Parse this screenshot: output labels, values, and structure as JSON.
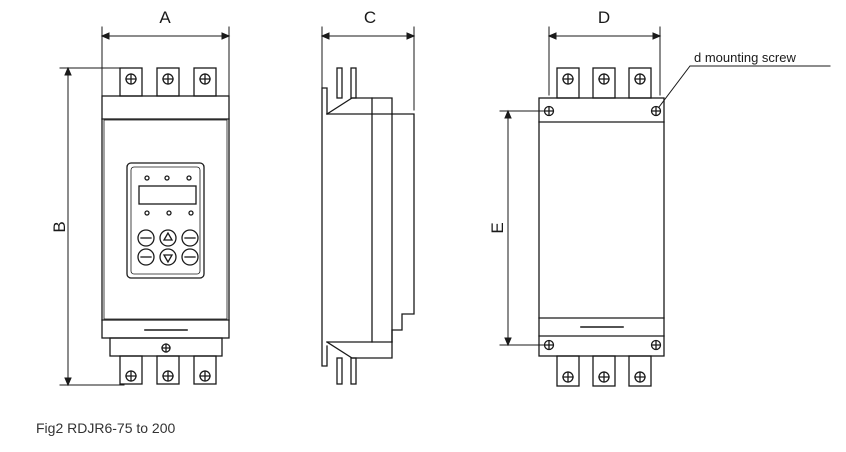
{
  "dimensions": {
    "a": "A",
    "b": "B",
    "c": "C",
    "d": "D",
    "e": "E"
  },
  "callout": "d mounting screw",
  "caption": "Fig2 RDJR6-75 to 200",
  "icons": [
    "terminal-screw-icon",
    "mounting-screw-icon",
    "keypad-button-icon",
    "up-arrow-icon",
    "down-arrow-icon"
  ]
}
